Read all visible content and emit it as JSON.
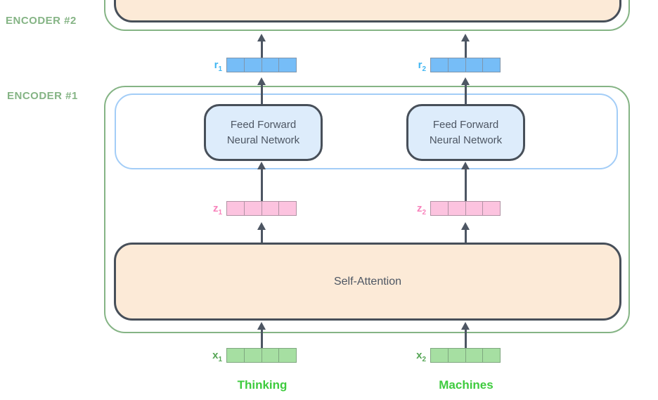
{
  "labels": {
    "encoder2": "ENCODER #2",
    "encoder1": "ENCODER #1",
    "self_attention": "Self-Attention",
    "ffnn_line1": "Feed Forward",
    "ffnn_line2": "Neural Network"
  },
  "vectors": {
    "r1": {
      "base": "r",
      "sub": "1"
    },
    "r2": {
      "base": "r",
      "sub": "2"
    },
    "z1": {
      "base": "z",
      "sub": "1"
    },
    "z2": {
      "base": "z",
      "sub": "2"
    },
    "x1": {
      "base": "x",
      "sub": "1"
    },
    "x2": {
      "base": "x",
      "sub": "2"
    }
  },
  "tokens": {
    "token1": "Thinking",
    "token2": "Machines"
  },
  "colors": {
    "encoder_outline_green": "#85b485",
    "ffnn_layer_outline_blue": "#a3cdf7",
    "box_border_dark": "#474f59",
    "self_attention_fill": "#fcead7",
    "ffnn_fill": "#ddecfb",
    "vector_r_fill": "#76bdf7",
    "vector_z_fill": "#fcc3df",
    "vector_x_fill": "#a6dfa2",
    "label_r_color": "#41b6f2",
    "label_z_color": "#f884bd",
    "label_x_color": "#55a555",
    "token_color": "#3ecb3e",
    "arrow_color": "#4d5663"
  }
}
